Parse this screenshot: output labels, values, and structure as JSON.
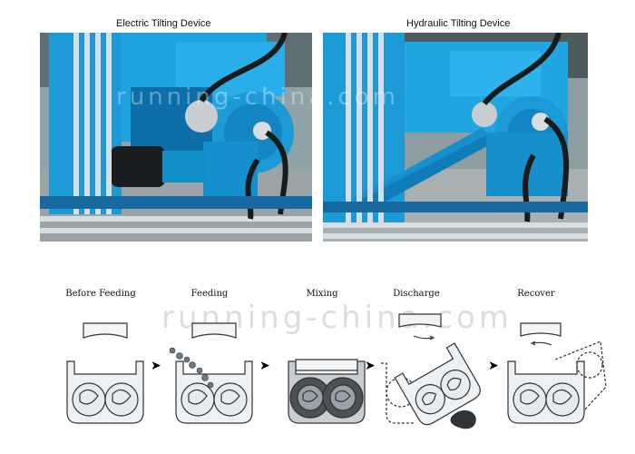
{
  "photos": {
    "left_title": "Electric Tilting Device",
    "right_title": "Hydraulic Tilting Device"
  },
  "stages": [
    {
      "label": "Before Feeding"
    },
    {
      "label": "Feeding"
    },
    {
      "label": "Mixing"
    },
    {
      "label": "Discharge"
    },
    {
      "label": "Recover"
    }
  ],
  "watermark": "running-china.com",
  "colors": {
    "machine_blue": "#1b9ad6",
    "machine_dark": "#0e6ea8",
    "pipe": "#d8dde2",
    "hose": "#1a1a1a"
  }
}
